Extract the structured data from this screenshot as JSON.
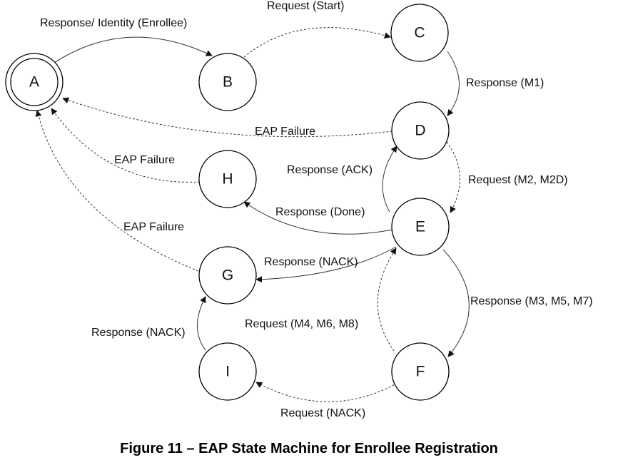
{
  "colors": {
    "line": "#333333",
    "text": "#111111",
    "background": "#ffffff"
  },
  "states": {
    "A": "A",
    "B": "B",
    "C": "C",
    "D": "D",
    "E": "E",
    "F": "F",
    "G": "G",
    "H": "H",
    "I": "I"
  },
  "transitions": {
    "a_b": "Response/ Identity (Enrollee)",
    "b_c": "Request (Start)",
    "c_d": "Response (M1)",
    "d_a": "EAP Failure",
    "d_e": "Request (M2, M2D)",
    "e_d": "Response (ACK)",
    "h_a": "EAP Failure",
    "e_h": "Response (Done)",
    "g_a": "EAP Failure",
    "e_g": "Response (NACK)",
    "e_f": "Response (M3, M5, M7)",
    "f_e": "Request  (M4, M6, M8)",
    "i_g": "Response (NACK)",
    "f_i": "Request (NACK)"
  },
  "caption": "Figure 11 – EAP State Machine for Enrollee Registration"
}
